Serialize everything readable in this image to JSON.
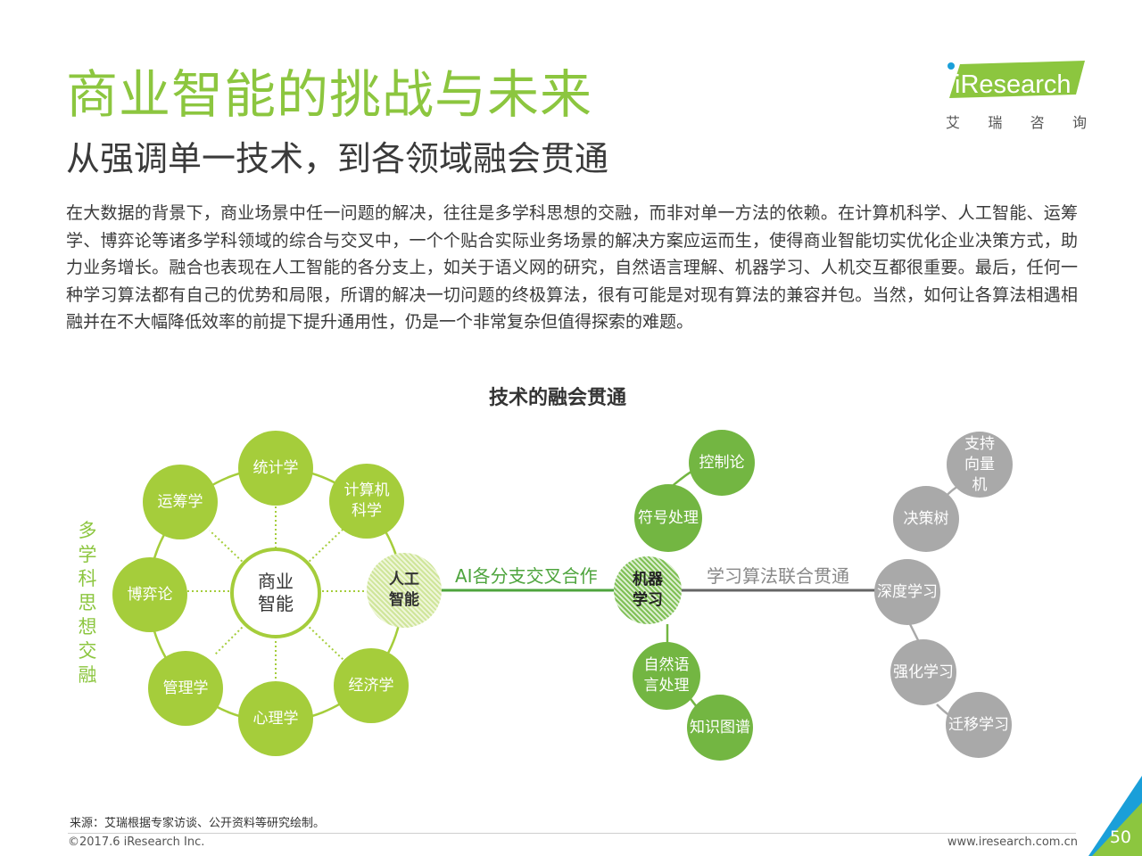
{
  "header": {
    "title": "商业智能的挑战与未来",
    "subtitle": "从强调单一技术，到各领域融会贯通"
  },
  "logo": {
    "text": "iResearch",
    "cn_chars": [
      "艾",
      "瑞",
      "咨",
      "询"
    ]
  },
  "body_text": "在大数据的背景下，商业场景中任一问题的解决，往往是多学科思想的交融，而非对单一方法的依赖。在计算机科学、人工智能、运筹学、博弈论等诸多学科领域的综合与交叉中，一个个贴合实际业务场景的解决方案应运而生，使得商业智能切实优化企业决策方式，助力业务增长。融合也表现在人工智能的各分支上，如关于语义网的研究，自然语言理解、机器学习、人机交互都很重要。最后，任何一种学习算法都有自己的优势和局限，所谓的解决一切问题的终极算法，很有可能是对现有算法的兼容并包。当然，如何让各算法相遇相融并在不大幅降低效率的前提下提升通用性，仍是一个非常复杂但值得探索的难题。",
  "diagram": {
    "title": "技术的融会贯通",
    "side_label": "多学科思想交融",
    "center": "商业智能",
    "disciplines": [
      "统计学",
      "计算机科学",
      "经济学",
      "心理学",
      "管理学",
      "博弈论",
      "运筹学"
    ],
    "ai_node": "人工智能",
    "link1_label": "AI各分支交叉合作",
    "ml_node": "机器学习",
    "ai_branches": [
      "控制论",
      "符号处理",
      "自然语言处理",
      "知识图谱"
    ],
    "link2_label": "学习算法联合贯通",
    "algorithms": [
      "支持向量机",
      "决策树",
      "深度学习",
      "强化学习",
      "迁移学习"
    ]
  },
  "footer": {
    "source": "来源：艾瑞根据专家访谈、公开资料等研究绘制。",
    "copyright": "©2017.6 iResearch Inc.",
    "website": "www.iresearch.com.cn",
    "page_number": "50"
  },
  "colors": {
    "accent_green": "#8cc63f",
    "discipline_green": "#a5cd3b",
    "branch_green": "#73b642",
    "dark_green": "#4ea43d",
    "algorithm_gray": "#a9a9a9"
  }
}
